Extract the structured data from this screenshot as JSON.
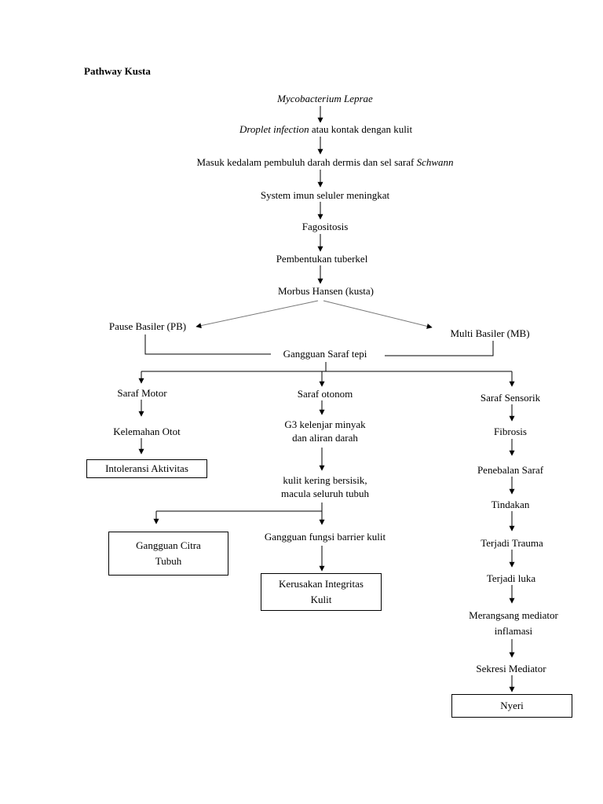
{
  "title": "Pathway Kusta",
  "nodes": {
    "mycobacterium": "Mycobacterium Leprae",
    "droplet_italic": "Droplet infection",
    "droplet_rest": " atau kontak dengan kulit",
    "masuk_plain": "Masuk kedalam pembuluh darah dermis dan sel saraf ",
    "masuk_italic": "Schwann",
    "imun": "System imun  seluler meningkat",
    "fagositosis": "Fagositosis",
    "tuberkel": "Pembentukan tuberkel",
    "morbus": "Morbus Hansen (kusta)",
    "pb": "Pause Basiler (PB)",
    "mb": "Multi Basiler (MB)",
    "gangguan_saraf": "Gangguan Saraf tepi",
    "saraf_motor": "Saraf Motor",
    "kelemahan": "Kelemahan Otot",
    "intoleransi": "Intoleransi Aktivitas",
    "saraf_otonom": "Saraf otonom",
    "g3_line1": "G3 kelenjar minyak",
    "g3_line2": "dan aliran darah",
    "kulit_kering_line1": "kulit kering bersisik,",
    "kulit_kering_line2": "macula seluruh tubuh",
    "citra_line1": "Gangguan Citra",
    "citra_line2": "Tubuh",
    "barrier": "Gangguan fungsi barrier kulit",
    "integritas_line1": "Kerusakan Integritas",
    "integritas_line2": "Kulit",
    "saraf_sensorik": "Saraf Sensorik",
    "fibrosis": "Fibrosis",
    "penebalan": "Penebalan Saraf",
    "tindakan": "Tindakan",
    "trauma": "Terjadi Trauma",
    "luka": "Terjadi luka",
    "mediator_line1": "Merangsang mediator",
    "mediator_line2": "inflamasi",
    "sekresi": "Sekresi Mediator",
    "nyeri": "Nyeri"
  }
}
